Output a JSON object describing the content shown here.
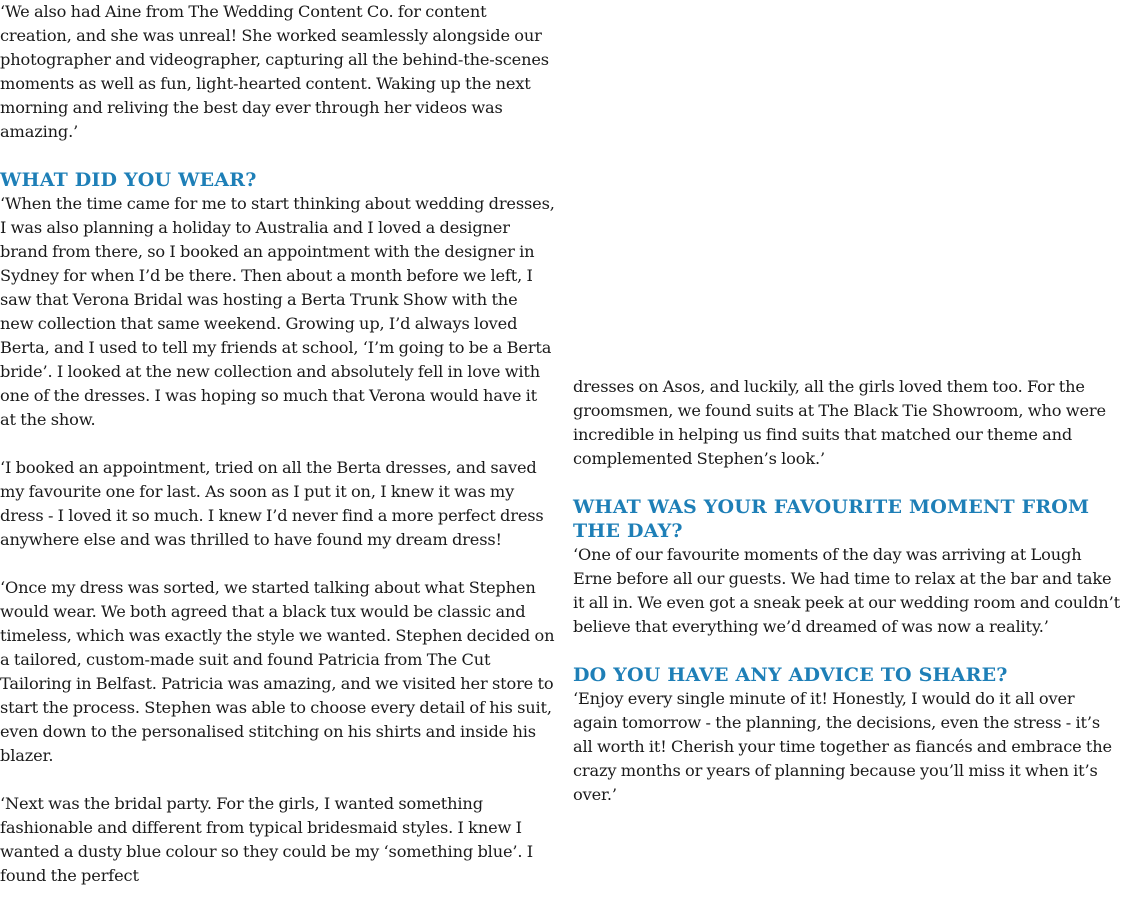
{
  "colors": {
    "heading": "#1e7fb7",
    "text": "#1a1a1a",
    "background": "#ffffff"
  },
  "left_column": {
    "intro_paragraph": "‘We also had Aine from The Wedding Content Co. for content creation, and she was unreal! She worked seamlessly alongside our photographer and videographer, capturing all the behind-the-scenes moments as well as fun, light-hearted content. Waking up the next morning and reliving the best day ever through her videos was amazing.’",
    "heading_wear": "WHAT DID YOU WEAR?",
    "wear_paragraphs": [
      "‘When the time came for me to start thinking about wedding dresses, I was also planning a holiday to Australia and I loved a designer brand from there, so I booked an appointment with the designer in Sydney for when I’d be there. Then about a month before we left, I saw that Verona Bridal was hosting a Berta Trunk Show with the new collection that same weekend. Growing up, I’d always loved Berta, and I used to tell my friends at school, ‘I’m going to be a Berta bride’. I looked at the new collection and absolutely fell in love with one of the dresses. I was hoping so much that Verona would have it at the show.",
      "‘I booked an appointment, tried on all the Berta dresses, and saved my favourite one for last. As soon as I put it on, I knew it was my dress - I loved it so much. I knew I’d never find a more perfect dress anywhere else and was thrilled to have found my dream dress!",
      "‘Once my dress was sorted, we started talking about what Stephen would wear. We both agreed that a black tux would be classic and timeless, which was exactly the style we wanted. Stephen decided on a tailored, custom-made suit and found Patricia from The Cut Tailoring in Belfast. Patricia was amazing, and we visited her store to start the process. Stephen was able to choose every detail of his suit, even down to the personalised stitching on his shirts and inside his blazer.",
      "‘Next was the bridal party. For the girls, I wanted something fashionable and different from typical bridesmaid styles. I knew I wanted a dusty blue colour so they could be my ‘something blue’. I found the perfect"
    ]
  },
  "right_column": {
    "continuation_paragraph": "dresses on Asos, and luckily, all the girls loved them too. For the groomsmen, we found suits at The Black Tie Showroom, who were incredible in helping us find suits that matched our theme and complemented Stephen’s look.’",
    "heading_moment": "WHAT WAS YOUR FAVOURITE MOMENT FROM THE DAY?",
    "moment_paragraph": "‘One of our favourite moments of the day was arriving at Lough Erne before all our guests. We had time to relax at the bar and take it all in. We even got a sneak peek at our wedding room and couldn’t believe that everything we’d dreamed of was now a reality.’",
    "heading_advice": "DO YOU HAVE ANY ADVICE TO SHARE?",
    "advice_paragraph": "‘Enjoy every single minute of it! Honestly, I would do it all over again tomorrow - the planning, the decisions, even the stress - it’s all worth it! Cherish your time together as fiancés and embrace the crazy months or years of planning because you’ll miss it when it’s over.’"
  }
}
